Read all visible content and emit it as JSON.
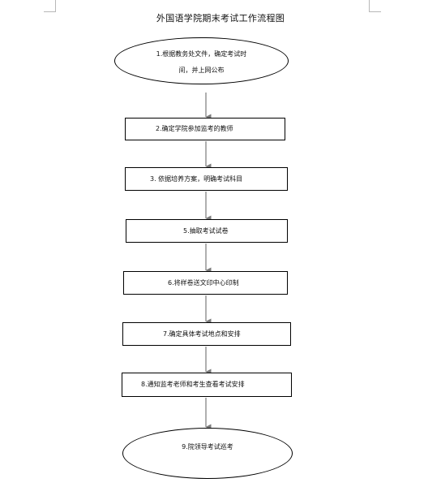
{
  "title": "外国语学院期末考试工作流程图",
  "steps": [
    {
      "line1": "1.根据教务处文件，确定考试时",
      "line2": "间，并上网公布"
    },
    {
      "text": "2.确定学院参加监考的教师"
    },
    {
      "text": "3. 依据培养方案，明确考试科目"
    },
    {
      "text": "5.抽取考试试卷"
    },
    {
      "text": "6.将样卷送文印中心印制"
    },
    {
      "text": "7.确定具体考试地点和安排"
    },
    {
      "text": "8.通知监考老师和考生查看考试安排"
    },
    {
      "text": "9.院领导考试巡考"
    }
  ]
}
